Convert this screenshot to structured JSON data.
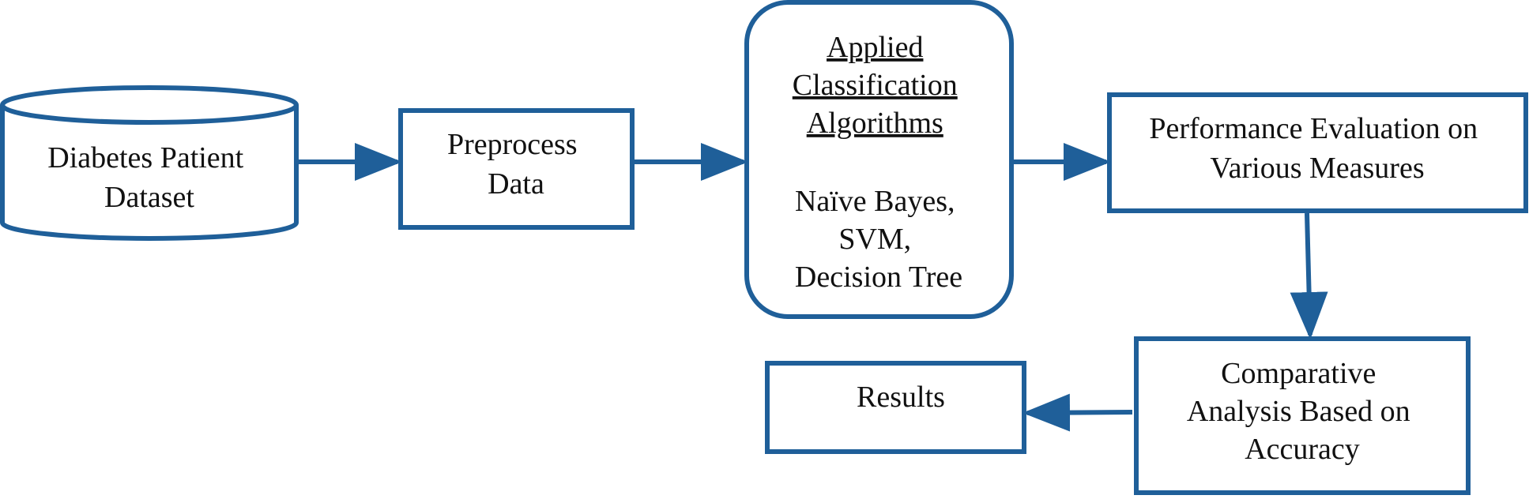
{
  "colors": {
    "stroke": "#1f5f99",
    "text": "#111111",
    "background": "#ffffff"
  },
  "nodes": {
    "dataset": {
      "line1": "Diabetes Patient",
      "line2": "Dataset"
    },
    "preprocess": {
      "line1": "Preprocess",
      "line2": "Data"
    },
    "algorithms": {
      "title1": "Applied",
      "title2": "Classification",
      "title3": "Algorithms",
      "item1": "Naïve Bayes,",
      "item2": "SVM,",
      "item3": "Decision Tree"
    },
    "evaluation": {
      "line1": "Performance Evaluation on",
      "line2": "Various Measures"
    },
    "comparative": {
      "line1": "Comparative",
      "line2": "Analysis Based on",
      "line3": "Accuracy"
    },
    "results": {
      "line1": "Results"
    }
  }
}
